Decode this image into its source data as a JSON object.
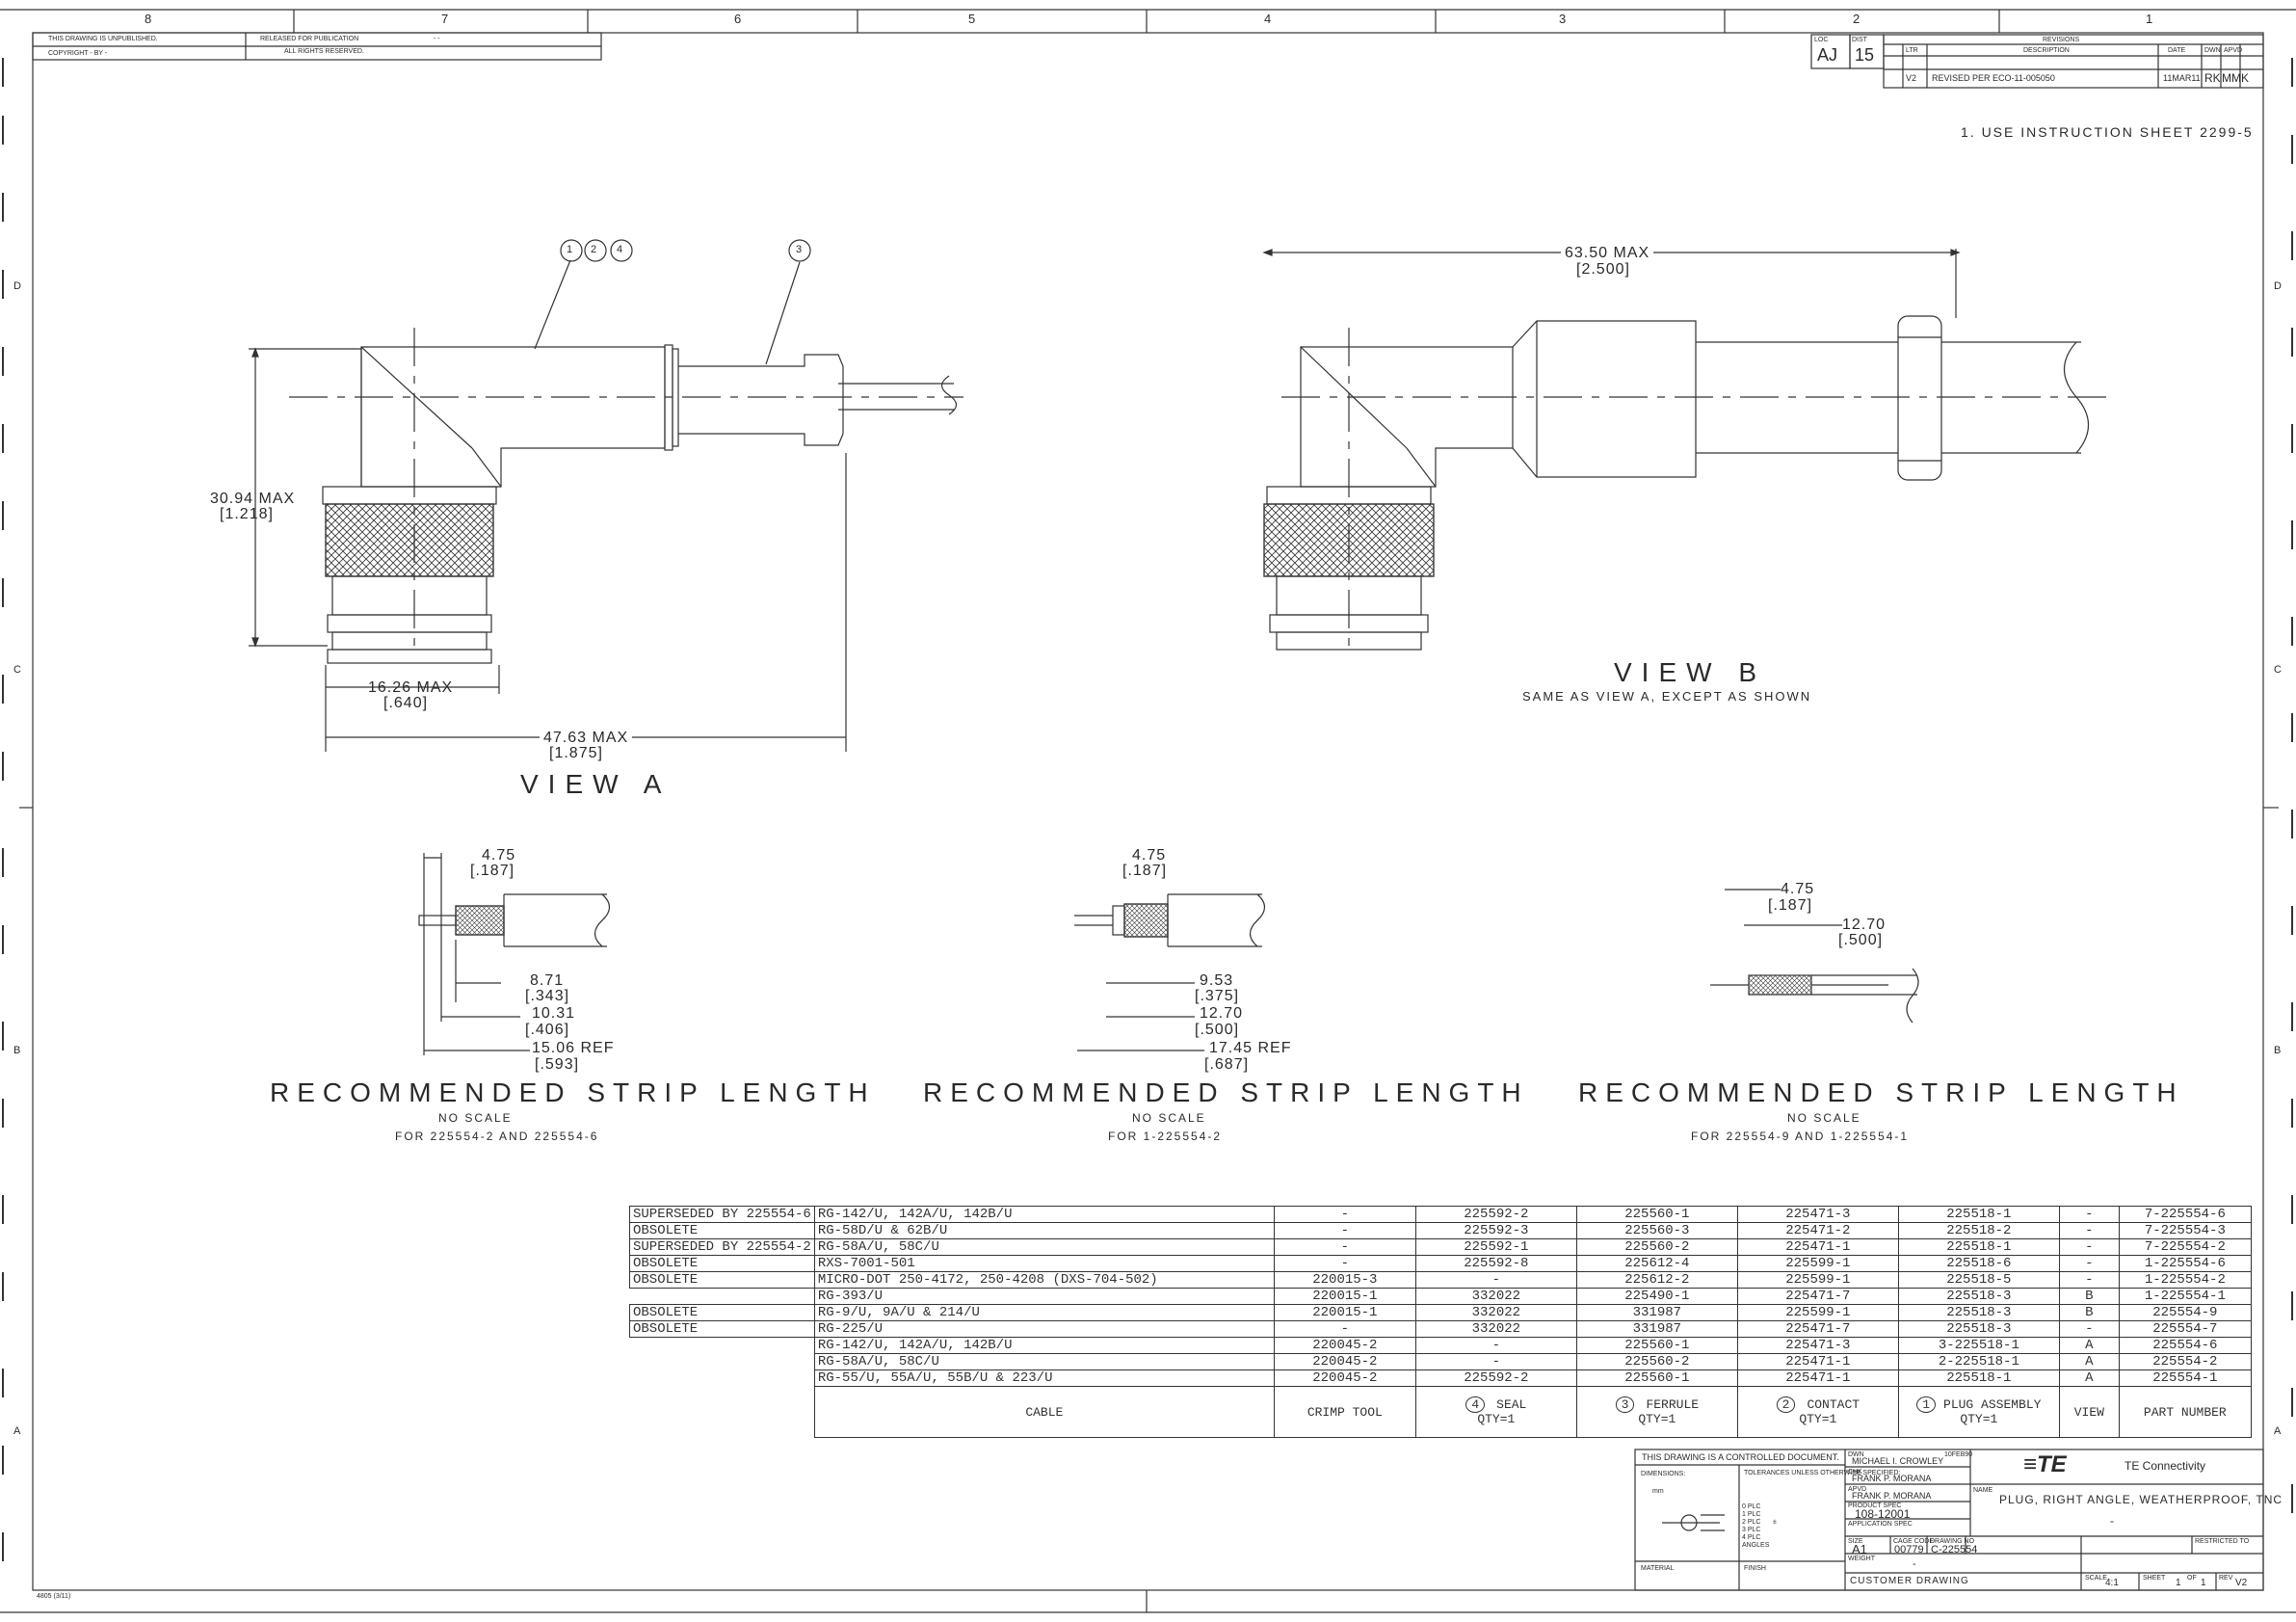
{
  "border": {
    "top_zones": [
      "8",
      "7",
      "6",
      "5",
      "4",
      "3",
      "2",
      "1"
    ],
    "side_zones": [
      "D",
      "C",
      "B",
      "A"
    ]
  },
  "title_block_left": {
    "r1a": "THIS DRAWING IS UNPUBLISHED.",
    "r1b": "RELEASED FOR PUBLICATION",
    "r1c": "- -",
    "r2a": "COPYRIGHT - BY -",
    "r2b": "ALL RIGHTS RESERVED."
  },
  "revisions": {
    "loc_label": "LOC",
    "loc": "AJ",
    "dist_label": "DIST",
    "dist": "15",
    "title": "REVISIONS",
    "col_ltr": "LTR",
    "col_desc": "DESCRIPTION",
    "col_date": "DATE",
    "col_dwn": "DWN",
    "col_apvd": "APVD",
    "row_ltr": "V2",
    "row_desc": "REVISED PER ECO-11-005050",
    "row_date": "11MAR11",
    "row_dwn": "RK",
    "row_apvd": "MMK"
  },
  "note": "1. USE INSTRUCTION SHEET 2299-5",
  "view_a": {
    "title": "VIEW A",
    "balloons": [
      "1",
      "2",
      "4",
      "3"
    ],
    "dim_height": "30.94 MAX",
    "dim_height_in": "[1.218]",
    "dim_width": "16.26 MAX",
    "dim_width_in": "[.640]",
    "dim_length": "47.63 MAX",
    "dim_length_in": "[1.875]"
  },
  "view_b": {
    "title": "VIEW B",
    "subtitle": "SAME AS VIEW A, EXCEPT AS SHOWN",
    "dim_length": "63.50 MAX",
    "dim_length_in": "[2.500]"
  },
  "strip1": {
    "d1": "4.75",
    "d1in": "[.187]",
    "d2": "8.71",
    "d2in": "[.343]",
    "d3": "10.31",
    "d3in": "[.406]",
    "d4": "15.06 REF",
    "d4in": "[.593]",
    "title": "RECOMMENDED STRIP LENGTH",
    "scale": "NO SCALE",
    "for": "FOR 225554-2 AND 225554-6"
  },
  "strip2": {
    "d1": "4.75",
    "d1in": "[.187]",
    "d2": "9.53",
    "d2in": "[.375]",
    "d3": "12.70",
    "d3in": "[.500]",
    "d4": "17.45 REF",
    "d4in": "[.687]",
    "title": "RECOMMENDED STRIP LENGTH",
    "scale": "NO SCALE",
    "for": "FOR 1-225554-2"
  },
  "strip3": {
    "d1": "4.75",
    "d1in": "[.187]",
    "d2": "12.70",
    "d2in": "[.500]",
    "title": "RECOMMENDED STRIP LENGTH",
    "scale": "NO SCALE",
    "for": "FOR 225554-9 AND 1-225554-1"
  },
  "bom": {
    "rows": [
      {
        "status": "SUPERSEDED BY 225554-6",
        "cable": "RG-142/U, 142A/U, 142B/U",
        "crimp": "-",
        "seal": "225592-2",
        "ferrule": "225560-1",
        "contact": "225471-3",
        "plug": "225518-1",
        "view": "-",
        "part": "7-225554-6"
      },
      {
        "status": "OBSOLETE",
        "cable": "RG-58D/U & 62B/U",
        "crimp": "-",
        "seal": "225592-3",
        "ferrule": "225560-3",
        "contact": "225471-2",
        "plug": "225518-2",
        "view": "-",
        "part": "7-225554-3"
      },
      {
        "status": "SUPERSEDED BY 225554-2",
        "cable": "RG-58A/U, 58C/U",
        "crimp": "-",
        "seal": "225592-1",
        "ferrule": "225560-2",
        "contact": "225471-1",
        "plug": "225518-1",
        "view": "-",
        "part": "7-225554-2"
      },
      {
        "status": "OBSOLETE",
        "cable": "RXS-7001-501",
        "crimp": "-",
        "seal": "225592-8",
        "ferrule": "225612-4",
        "contact": "225599-1",
        "plug": "225518-6",
        "view": "-",
        "part": "1-225554-6"
      },
      {
        "status": "OBSOLETE",
        "cable": "MICRO-DOT 250-4172, 250-4208 (DXS-704-502)",
        "crimp": "220015-3",
        "seal": "-",
        "ferrule": "225612-2",
        "contact": "225599-1",
        "plug": "225518-5",
        "view": "-",
        "part": "1-225554-2"
      },
      {
        "status": "",
        "cable": "RG-393/U",
        "crimp": "220015-1",
        "seal": "332022",
        "ferrule": "225490-1",
        "contact": "225471-7",
        "plug": "225518-3",
        "view": "B",
        "part": "1-225554-1"
      },
      {
        "status": "OBSOLETE",
        "cable": "RG-9/U, 9A/U & 214/U",
        "crimp": "220015-1",
        "seal": "332022",
        "ferrule": "331987",
        "contact": "225599-1",
        "plug": "225518-3",
        "view": "B",
        "part": "225554-9"
      },
      {
        "status": "OBSOLETE",
        "cable": "RG-225/U",
        "crimp": "-",
        "seal": "332022",
        "ferrule": "331987",
        "contact": "225471-7",
        "plug": "225518-3",
        "view": "-",
        "part": "225554-7"
      },
      {
        "status": "",
        "cable": "RG-142/U, 142A/U, 142B/U",
        "crimp": "220045-2",
        "seal": "-",
        "ferrule": "225560-1",
        "contact": "225471-3",
        "plug": "3-225518-1",
        "view": "A",
        "part": "225554-6"
      },
      {
        "status": "",
        "cable": "RG-58A/U, 58C/U",
        "crimp": "220045-2",
        "seal": "-",
        "ferrule": "225560-2",
        "contact": "225471-1",
        "plug": "2-225518-1",
        "view": "A",
        "part": "225554-2"
      },
      {
        "status": "",
        "cable": "RG-55/U, 55A/U, 55B/U & 223/U",
        "crimp": "220045-2",
        "seal": "225592-2",
        "ferrule": "225560-1",
        "contact": "225471-1",
        "plug": "225518-1",
        "view": "A",
        "part": "225554-1"
      }
    ],
    "headers": {
      "cable": "CABLE",
      "crimp": "CRIMP TOOL",
      "seal_num": "4",
      "seal": "SEAL",
      "seal_qty": "QTY=1",
      "ferrule_num": "3",
      "ferrule": "FERRULE",
      "ferrule_qty": "QTY=1",
      "contact_num": "2",
      "contact": "CONTACT",
      "contact_qty": "QTY=1",
      "plug_num": "1",
      "plug": "PLUG ASSEMBLY",
      "plug_qty": "QTY=1",
      "view": "VIEW",
      "part": "PART NUMBER"
    }
  },
  "title_block": {
    "controlled": "THIS DRAWING IS A CONTROLLED DOCUMENT.",
    "dwn_label": "DWN",
    "dwn": "MICHAEL I. CROWLEY",
    "dwn_date": "10FEB90",
    "chk_label": "CHK",
    "chk": "FRANK P. MORANA",
    "apvd_label": "APVD",
    "apvd": "FRANK P. MORANA",
    "spec_label": "PRODUCT SPEC",
    "spec": "108-12001",
    "appl_label": "APPLICATION SPEC",
    "weight_label": "WEIGHT",
    "weight": "-",
    "dims_label": "DIMENSIONS:",
    "tol_label": "TOLERANCES UNLESS OTHERWISE SPECIFIED:",
    "mm": "mm",
    "plc0": "0 PLC",
    "plc1": "1 PLC",
    "plc2": "2 PLC",
    "plc3": "3 PLC",
    "plc4": "4 PLC",
    "angles": "ANGLES",
    "tol_val": "±",
    "material_label": "MATERIAL",
    "finish_label": "FINISH",
    "company": "TE Connectivity",
    "logo": "≡TE",
    "name_label": "NAME",
    "name": "PLUG, RIGHT ANGLE, WEATHERPROOF, TNC",
    "name2": "-",
    "size_label": "SIZE",
    "size": "A1",
    "cage_label": "CAGE CODE",
    "cage": "00779",
    "dwg_label": "DRAWING NO",
    "dwg": "C-225554",
    "rls_label": "RESTRICTED TO",
    "scale_label": "SCALE",
    "scale": "4:1",
    "sheet_label": "SHEET",
    "sheet": "1",
    "of_label": "OF",
    "of": "1",
    "rev_label": "REV",
    "rev": "V2",
    "customer": "CUSTOMER DRAWING"
  },
  "form_code": "4805 (3/11)"
}
